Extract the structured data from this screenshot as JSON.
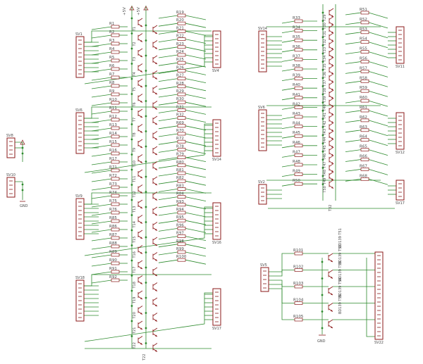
{
  "power": {
    "vcc": "+5V",
    "gnd": "GND"
  },
  "colors": {
    "wire": "#2e8b2e",
    "device": "#8b1a1a",
    "text": "#4a4a4a"
  },
  "left_block": {
    "transistor_labels": [
      "T1",
      "T2",
      "T3",
      "T4",
      "T5",
      "T6",
      "T7",
      "T8",
      "T9",
      "T10",
      "T11",
      "T12",
      "T13",
      "T14",
      "T15",
      "T16",
      "T17",
      "T18",
      "T19",
      "T20",
      "T21",
      "T22"
    ],
    "left_resistors": [
      "R1",
      "R2",
      "R3",
      "R4",
      "R5",
      "R6",
      "R7",
      "R8",
      "R9",
      "R10",
      "R11",
      "R12",
      "R13",
      "R14",
      "R15",
      "R16",
      "R17",
      "R71",
      "R72",
      "R73",
      "R74",
      "R75",
      "R76",
      "R85",
      "R86",
      "R87",
      "R88",
      "R89",
      "R90",
      "R91",
      "R92"
    ],
    "right_resistors": [
      "R19",
      "R20",
      "R21",
      "R22",
      "R23",
      "R24",
      "R25",
      "R26",
      "R27",
      "R28",
      "R29",
      "R30",
      "R31",
      "R32",
      "R69",
      "R70",
      "R72",
      "R78",
      "R79",
      "R80",
      "R81",
      "R82",
      "R83",
      "R84",
      "R93",
      "R94",
      "R95",
      "R96",
      "R97",
      "R98",
      "R99",
      "R100"
    ],
    "left_headers": [
      "SV1",
      "SV6",
      "SV9",
      "SV18"
    ],
    "right_headers": [
      "SV4",
      "SV14",
      "SV16",
      "SV17"
    ]
  },
  "small_headers": [
    "SV8",
    "SV10"
  ],
  "right_block": {
    "transistor_labels": [
      "T29",
      "T30",
      "T31",
      "T32",
      "T33",
      "T34",
      "T35",
      "T36",
      "T37",
      "T38",
      "T39",
      "T40",
      "T41",
      "T42",
      "T43",
      "T44",
      "T45",
      "T46",
      "T47",
      "T48",
      "T49",
      "T50"
    ],
    "left_resistors": [
      "R33",
      "R34",
      "R35",
      "R36",
      "R37",
      "R38",
      "R39",
      "R40",
      "R41",
      "R42",
      "R43",
      "R44",
      "R45",
      "R46",
      "R47",
      "R48",
      "R49",
      "R50"
    ],
    "right_resistors": [
      "R51",
      "R52",
      "R53",
      "R54",
      "R55",
      "R56",
      "R57",
      "R58",
      "R59",
      "R60",
      "R61",
      "R62",
      "R63",
      "R64",
      "R65",
      "R66",
      "R67",
      "R68"
    ],
    "left_headers": [
      "SV14",
      "SV6",
      "SV2"
    ],
    "right_headers": [
      "SV11",
      "SV12",
      "SV17"
    ],
    "bottom_label": "T32"
  },
  "driver_block": {
    "resistors": [
      "R101",
      "R102",
      "R103",
      "R104",
      "R105"
    ],
    "transistors": [
      "BD139 T51",
      "BD139 T52",
      "BD139 T53",
      "BD139 T54",
      "BD139 T55"
    ],
    "input_header": "SV5",
    "output_header": "SV22",
    "gnd": "GND"
  }
}
